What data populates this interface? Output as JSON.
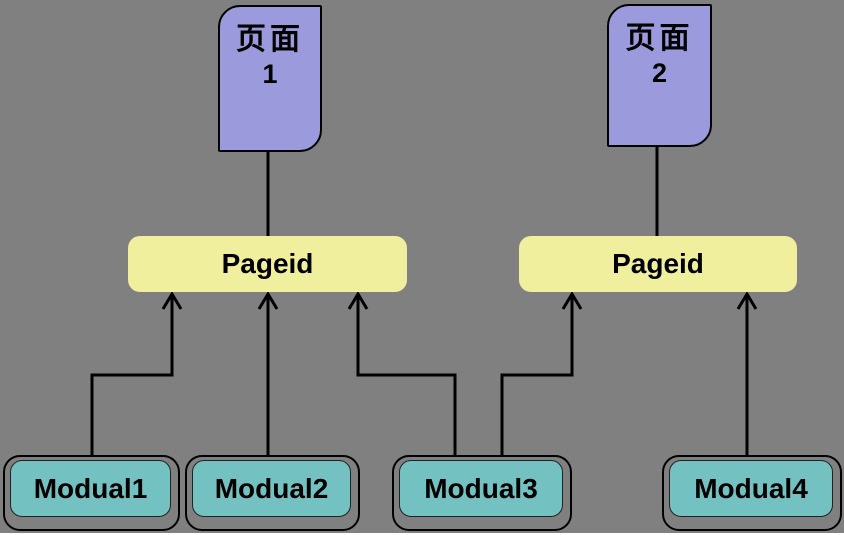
{
  "diagram": {
    "background_color": "#808080",
    "colors": {
      "page_fill": "#9A9ADC",
      "pageid_fill": "#EFEF9E",
      "modual_fill": "#73C1C1",
      "line": "#000000"
    },
    "nodes": {
      "page1": {
        "line1": "页面",
        "line2": "1"
      },
      "page2": {
        "line1": "页面",
        "line2": "2"
      },
      "pageid1": {
        "label": "Pageid"
      },
      "pageid2": {
        "label": "Pageid"
      },
      "modual1": {
        "label": "Modual1"
      },
      "modual2": {
        "label": "Modual2"
      },
      "modual3": {
        "label": "Modual3"
      },
      "modual4": {
        "label": "Modual4"
      }
    },
    "edges": [
      {
        "from": "pageid1",
        "to": "page1",
        "arrow": false
      },
      {
        "from": "pageid2",
        "to": "page2",
        "arrow": false
      },
      {
        "from": "modual1",
        "to": "pageid1",
        "arrow": true
      },
      {
        "from": "modual2",
        "to": "pageid1",
        "arrow": true
      },
      {
        "from": "modual3",
        "to": "pageid1",
        "arrow": true
      },
      {
        "from": "modual3",
        "to": "pageid2",
        "arrow": true
      },
      {
        "from": "modual4",
        "to": "pageid2",
        "arrow": true
      }
    ]
  }
}
